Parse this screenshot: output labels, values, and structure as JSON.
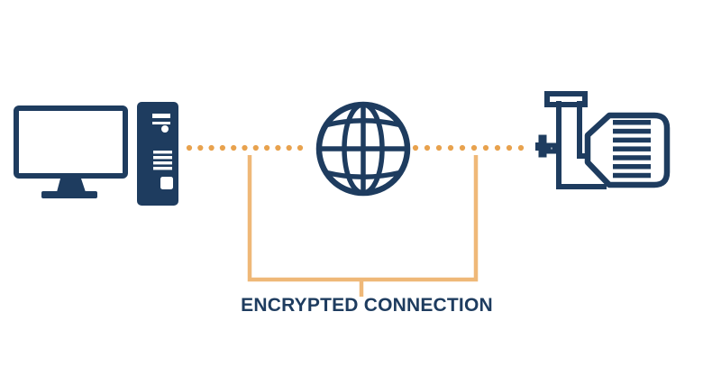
{
  "diagram": {
    "caption": "ENCRYPTED CONNECTION",
    "nodes": [
      {
        "id": "computer",
        "icon": "desktop-computer-icon",
        "description": "desktop PC with monitor and tower"
      },
      {
        "id": "internet",
        "icon": "globe-internet-icon",
        "description": "globe representing the internet"
      },
      {
        "id": "pump",
        "icon": "industrial-pump-icon",
        "description": "industrial pump / motor device"
      }
    ],
    "connections": [
      {
        "from": "computer",
        "to": "internet",
        "style": "dotted"
      },
      {
        "from": "internet",
        "to": "pump",
        "style": "dotted"
      }
    ],
    "annotation": {
      "label": "ENCRYPTED CONNECTION",
      "style": "bracket",
      "spans": "computer-to-pump link through internet"
    }
  },
  "colors": {
    "navy": "#1E3C5F",
    "dot_orange": "#E8A24E",
    "bracket_orange": "#EFB878",
    "background": "#FFFFFF"
  }
}
